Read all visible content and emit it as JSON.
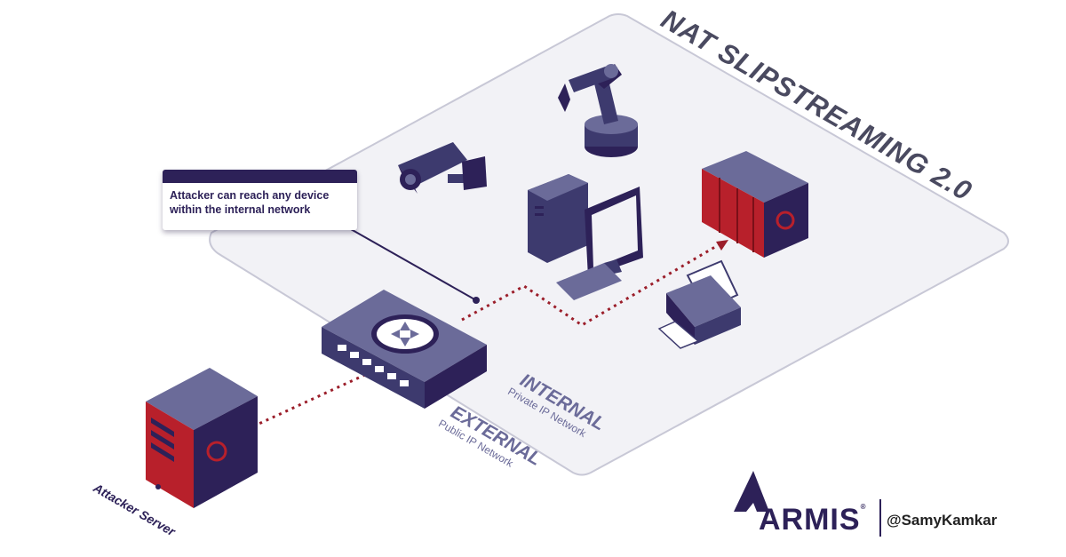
{
  "diagram": {
    "title": "NAT SLIPSTREAMING 2.0",
    "callout": "Attacker can reach any device within the internal network",
    "internal": {
      "heading": "INTERNAL",
      "sub": "Private IP Network"
    },
    "external": {
      "heading": "EXTERNAL",
      "sub": "Public IP Network"
    },
    "attacker_label": "Attacker Server"
  },
  "brand": {
    "name": "ARMIS",
    "trademark": "®",
    "handle": "@SamyKamkar"
  },
  "colors": {
    "navy": "#2d2158",
    "red": "#b8202b",
    "purple_gray": "#6b6b99",
    "plane": "#f2f2f6",
    "dotted": "#9b1e2a"
  }
}
